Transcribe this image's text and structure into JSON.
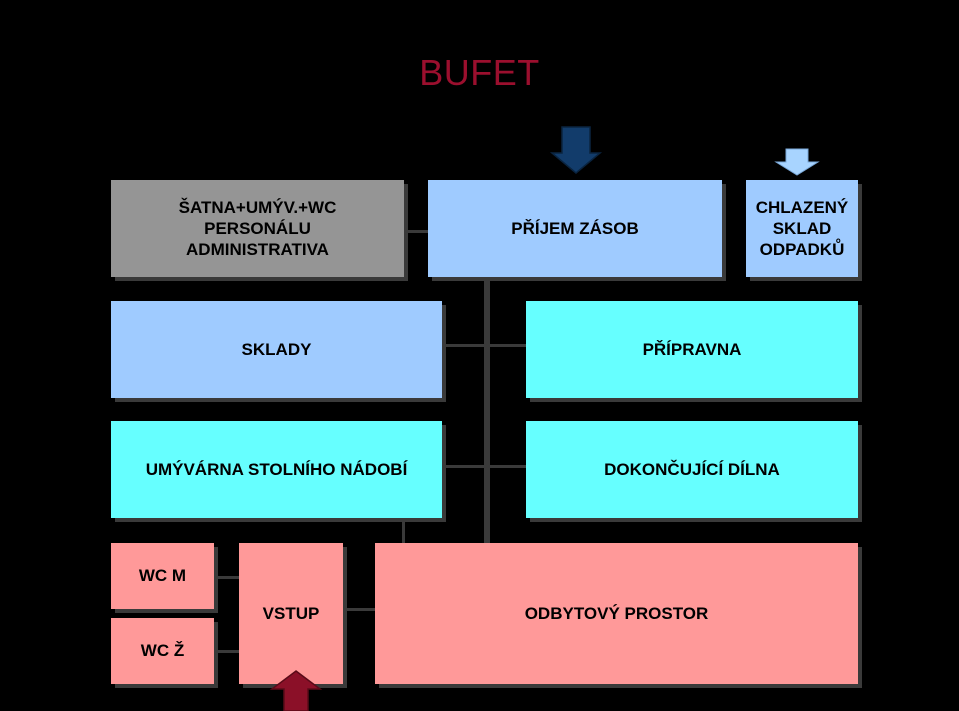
{
  "title": "BUFET",
  "colors": {
    "title": "#9b0f2e",
    "grey": "#959595",
    "blue": "#9fcbff",
    "cyan": "#66ffff",
    "pink": "#ff9999",
    "connector": "#3a3a3a",
    "arrow_dark_blue": "#123c6b",
    "arrow_light_blue": "#a8d4ff",
    "arrow_red": "#8b1028"
  },
  "rooms": {
    "satna": "ŠATNA+UMÝV.+WC\nPERSONÁLU\nADMINISTRATIVA",
    "prijem": "PŘÍJEM ZÁSOB",
    "chlazeny": "CHLAZENÝ\nSKLAD\nODPADKŮ",
    "sklady": "SKLADY",
    "pripravna": "PŘÍPRAVNA",
    "umyvarna": "UMÝVÁRNA STOLNÍHO NÁDOBÍ",
    "dokoncujici": "DOKONČUJÍCÍ DÍLNA",
    "wcm": "WC M",
    "wcz": "WC Ž",
    "vstup": "VSTUP",
    "odbytovy": "ODBYTOVÝ PROSTOR"
  }
}
